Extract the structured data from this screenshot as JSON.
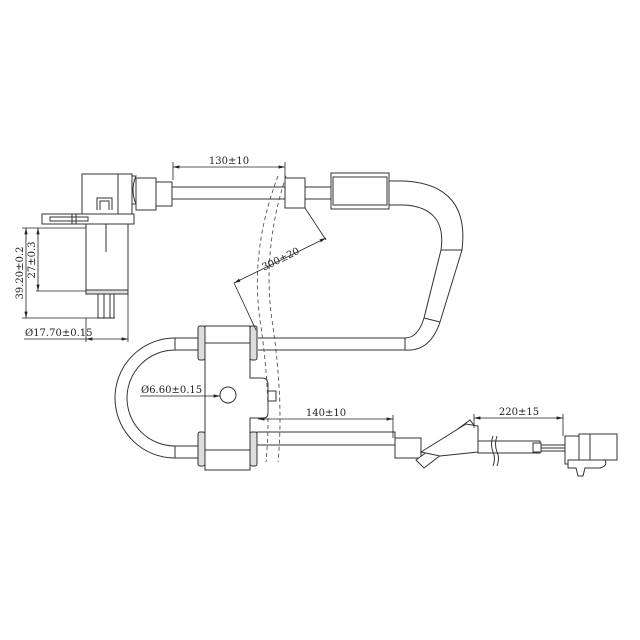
{
  "drawing": {
    "title": "",
    "line_color": "#333333",
    "background": "#ffffff",
    "dimensions": {
      "cable_segment_1": "130±10",
      "cable_arc": "300±20",
      "sensor_height": "39.20±0.2",
      "sensor_body": "27±0.3",
      "sensor_diameter": "Ø17.70±0.15",
      "bracket_hole": "Ø6.60±0.15",
      "cable_segment_2": "140±10",
      "lead_length": "220±15"
    }
  }
}
